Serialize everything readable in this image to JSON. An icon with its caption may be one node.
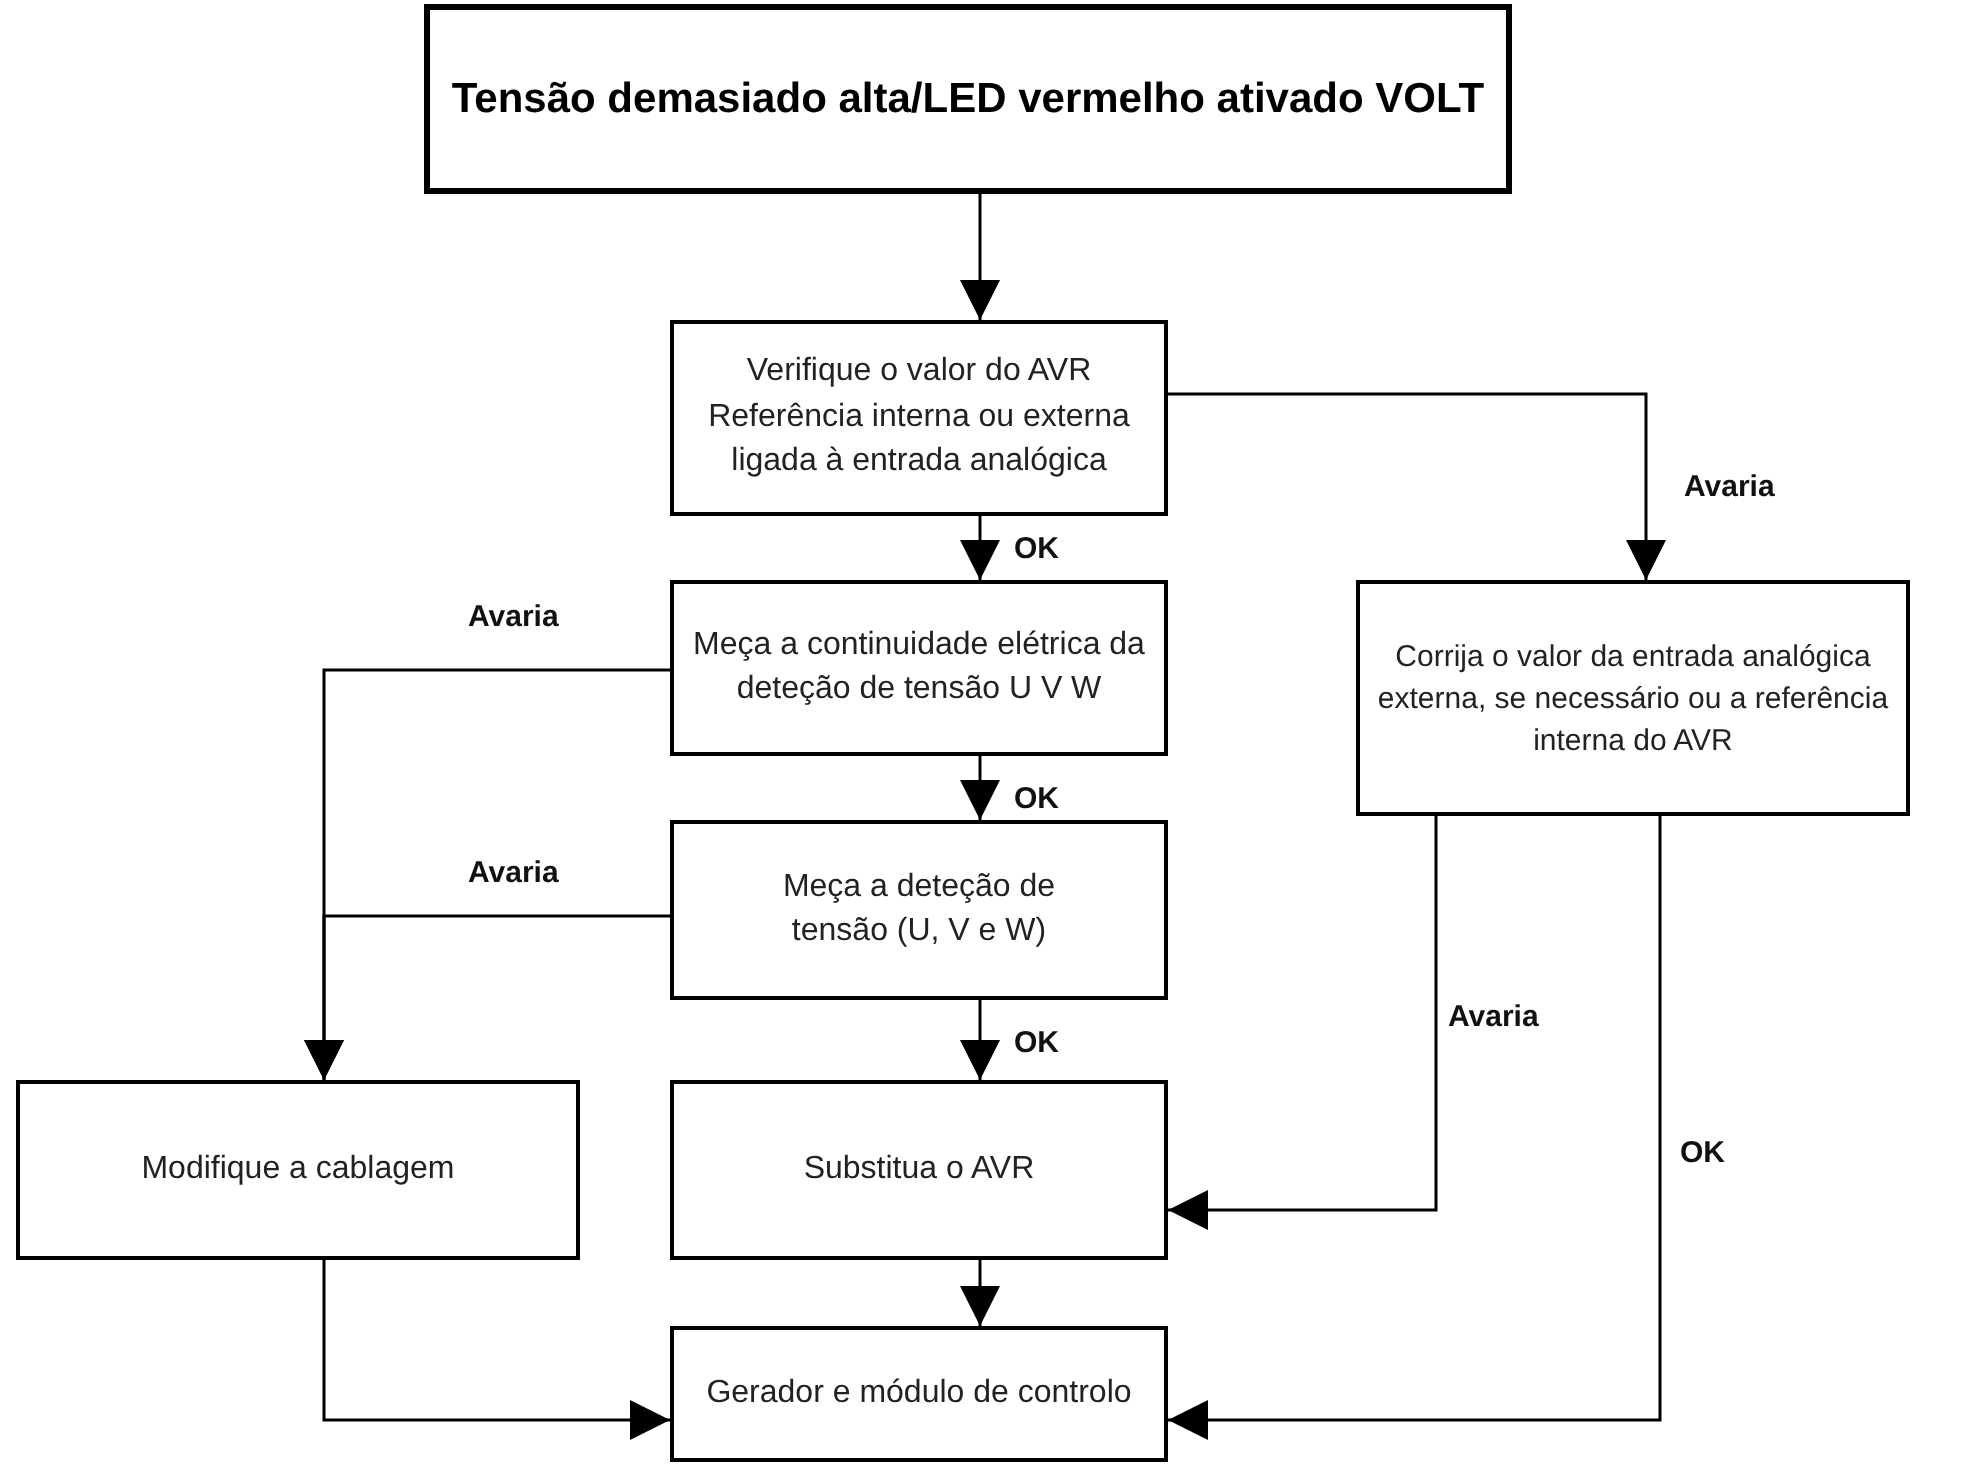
{
  "diagram": {
    "nodes": [
      {
        "text": [
          "Tensão demasiado alta/LED vermelho ativado VOLT"
        ]
      },
      {
        "text": [
          "Verifique o valor do AVR Referência interna ou externa ligada à entrada analógica"
        ]
      },
      {
        "text": [
          "Meça a continuidade elétrica da deteção de tensão U V W"
        ]
      },
      {
        "text": [
          "Meça a deteção de tensão (U, V e W)"
        ]
      },
      {
        "text": [
          "Corrija o valor da entrada analógica externa, se necessário ou a referência interna do AVR"
        ]
      },
      {
        "text": [
          "Modifique a cablagem"
        ]
      },
      {
        "text": [
          "Substitua o AVR"
        ]
      },
      {
        "text": [
          "Gerador e módulo de controlo"
        ]
      }
    ],
    "edges": [
      {
        "from": 0,
        "to": 1,
        "arrow": "to"
      },
      {
        "from": 1,
        "to": 2,
        "arrow": "to",
        "label": "OK"
      },
      {
        "from": 1,
        "to": 4,
        "arrow": "to",
        "label": "Avaria"
      },
      {
        "from": 2,
        "to": 5,
        "arrow": "to",
        "label": "Avaria"
      },
      {
        "from": 2,
        "to": 3,
        "arrow": "to",
        "label": "OK"
      },
      {
        "from": 3,
        "to": 5,
        "arrow": "to",
        "label": "Avaria"
      },
      {
        "from": 3,
        "to": 6,
        "arrow": "to",
        "label": "OK"
      },
      {
        "from": 4,
        "to": 6,
        "arrow": "to",
        "label": "Avaria"
      },
      {
        "from": 4,
        "to": 7,
        "arrow": "to",
        "label": "OK"
      },
      {
        "from": 5,
        "to": 7,
        "arrow": "to"
      },
      {
        "from": 6,
        "to": 7,
        "arrow": "to"
      }
    ]
  }
}
